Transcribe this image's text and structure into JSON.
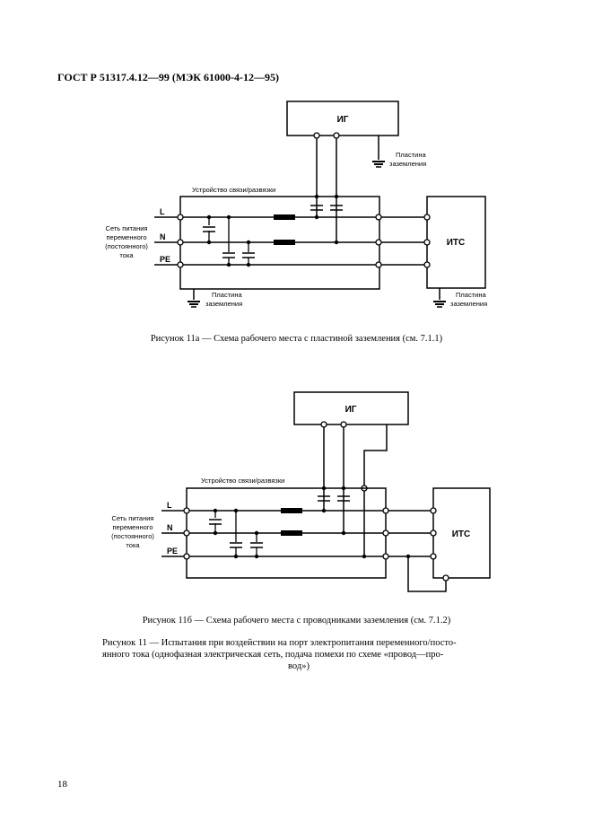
{
  "header": {
    "title": "ГОСТ Р 51317.4.12—99 (МЭК 61000-4-12—95)"
  },
  "figure_a": {
    "generator": "ИГ",
    "coupling_device": "Устройство связи/развязки",
    "eut": "ИТС",
    "line_L": "L",
    "line_N": "N",
    "line_PE": "PE",
    "supply_label": [
      "Сеть питания",
      "переменного",
      "(постоянного)",
      "тока"
    ],
    "ground_plate_1": [
      "Пластина",
      "заземления"
    ],
    "ground_plate_2": [
      "Пластина",
      "заземления"
    ],
    "ground_plate_3": [
      "Пластина",
      "заземления"
    ],
    "caption": "Рисунок 11а — Схема рабочего места с пластиной заземления (см. 7.1.1)"
  },
  "figure_b": {
    "generator": "ИГ",
    "coupling_device": "Устройство связи/развязки",
    "eut": "ИТС",
    "line_L": "L",
    "line_N": "N",
    "line_PE": "PE",
    "supply_label": [
      "Сеть питания",
      "переменного",
      "(постоянного)",
      "тока"
    ],
    "caption": "Рисунок 11б — Схема рабочего места с проводниками заземления (см. 7.1.2)"
  },
  "figure_caption": {
    "line1": "Рисунок 11 — Испытания при воздействии на порт электропитания переменного/посто-",
    "line2": "янного тока (однофазная электрическая  сеть, подача помехи  по  схеме  «провод—про-",
    "line3": "вод»)"
  },
  "page_number": "18"
}
